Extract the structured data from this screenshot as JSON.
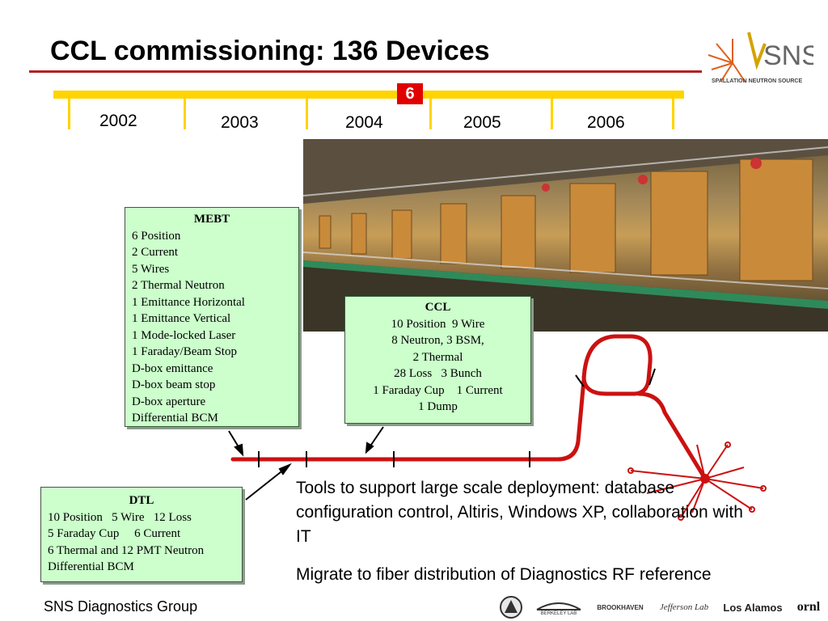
{
  "title": "CCL commissioning: 136 Devices",
  "logo": {
    "text": "SNS",
    "subtitle": "SPALLATION NEUTRON SOURCE"
  },
  "timeline": {
    "years": [
      "2002",
      "2003",
      "2004",
      "2005",
      "2006"
    ],
    "marker": "6"
  },
  "mebt": {
    "title": "MEBT",
    "lines": [
      "6 Position",
      "2 Current",
      "5 Wires",
      "2 Thermal Neutron",
      "1 Emittance Horizontal",
      "1 Emittance Vertical",
      "1 Mode-locked Laser",
      "1 Faraday/Beam Stop",
      "D-box emittance",
      "D-box beam stop",
      "D-box aperture",
      "Differential BCM"
    ]
  },
  "ccl": {
    "title": "CCL",
    "lines": [
      "10 Position  9 Wire",
      "8 Neutron, 3 BSM,",
      "2 Thermal",
      "28 Loss   3 Bunch",
      "1 Faraday Cup    1 Current",
      "1 Dump"
    ]
  },
  "dtl": {
    "title": "DTL",
    "lines": [
      "10 Position   5 Wire   12 Loss",
      "5 Faraday Cup     6 Current",
      "6 Thermal and 12 PMT Neutron",
      "Differential BCM"
    ]
  },
  "body": {
    "tools": "Tools to support large scale deployment: database configuration control, Altiris, Windows XP, collaboration with IT",
    "migrate": "Migrate to fiber distribution of Diagnostics RF reference"
  },
  "footer": {
    "group": "SNS Diagnostics Group",
    "partner_logos": [
      "BERKELEY LAB",
      "BROOKHAVEN",
      "Jefferson Lab",
      "Los Alamos",
      "ornl"
    ]
  },
  "colors": {
    "timeline": "#ffd400",
    "marker": "#e00000",
    "box_fill": "#ccffcc",
    "beamline": "#cc1111",
    "title_rule": "#b22222"
  }
}
